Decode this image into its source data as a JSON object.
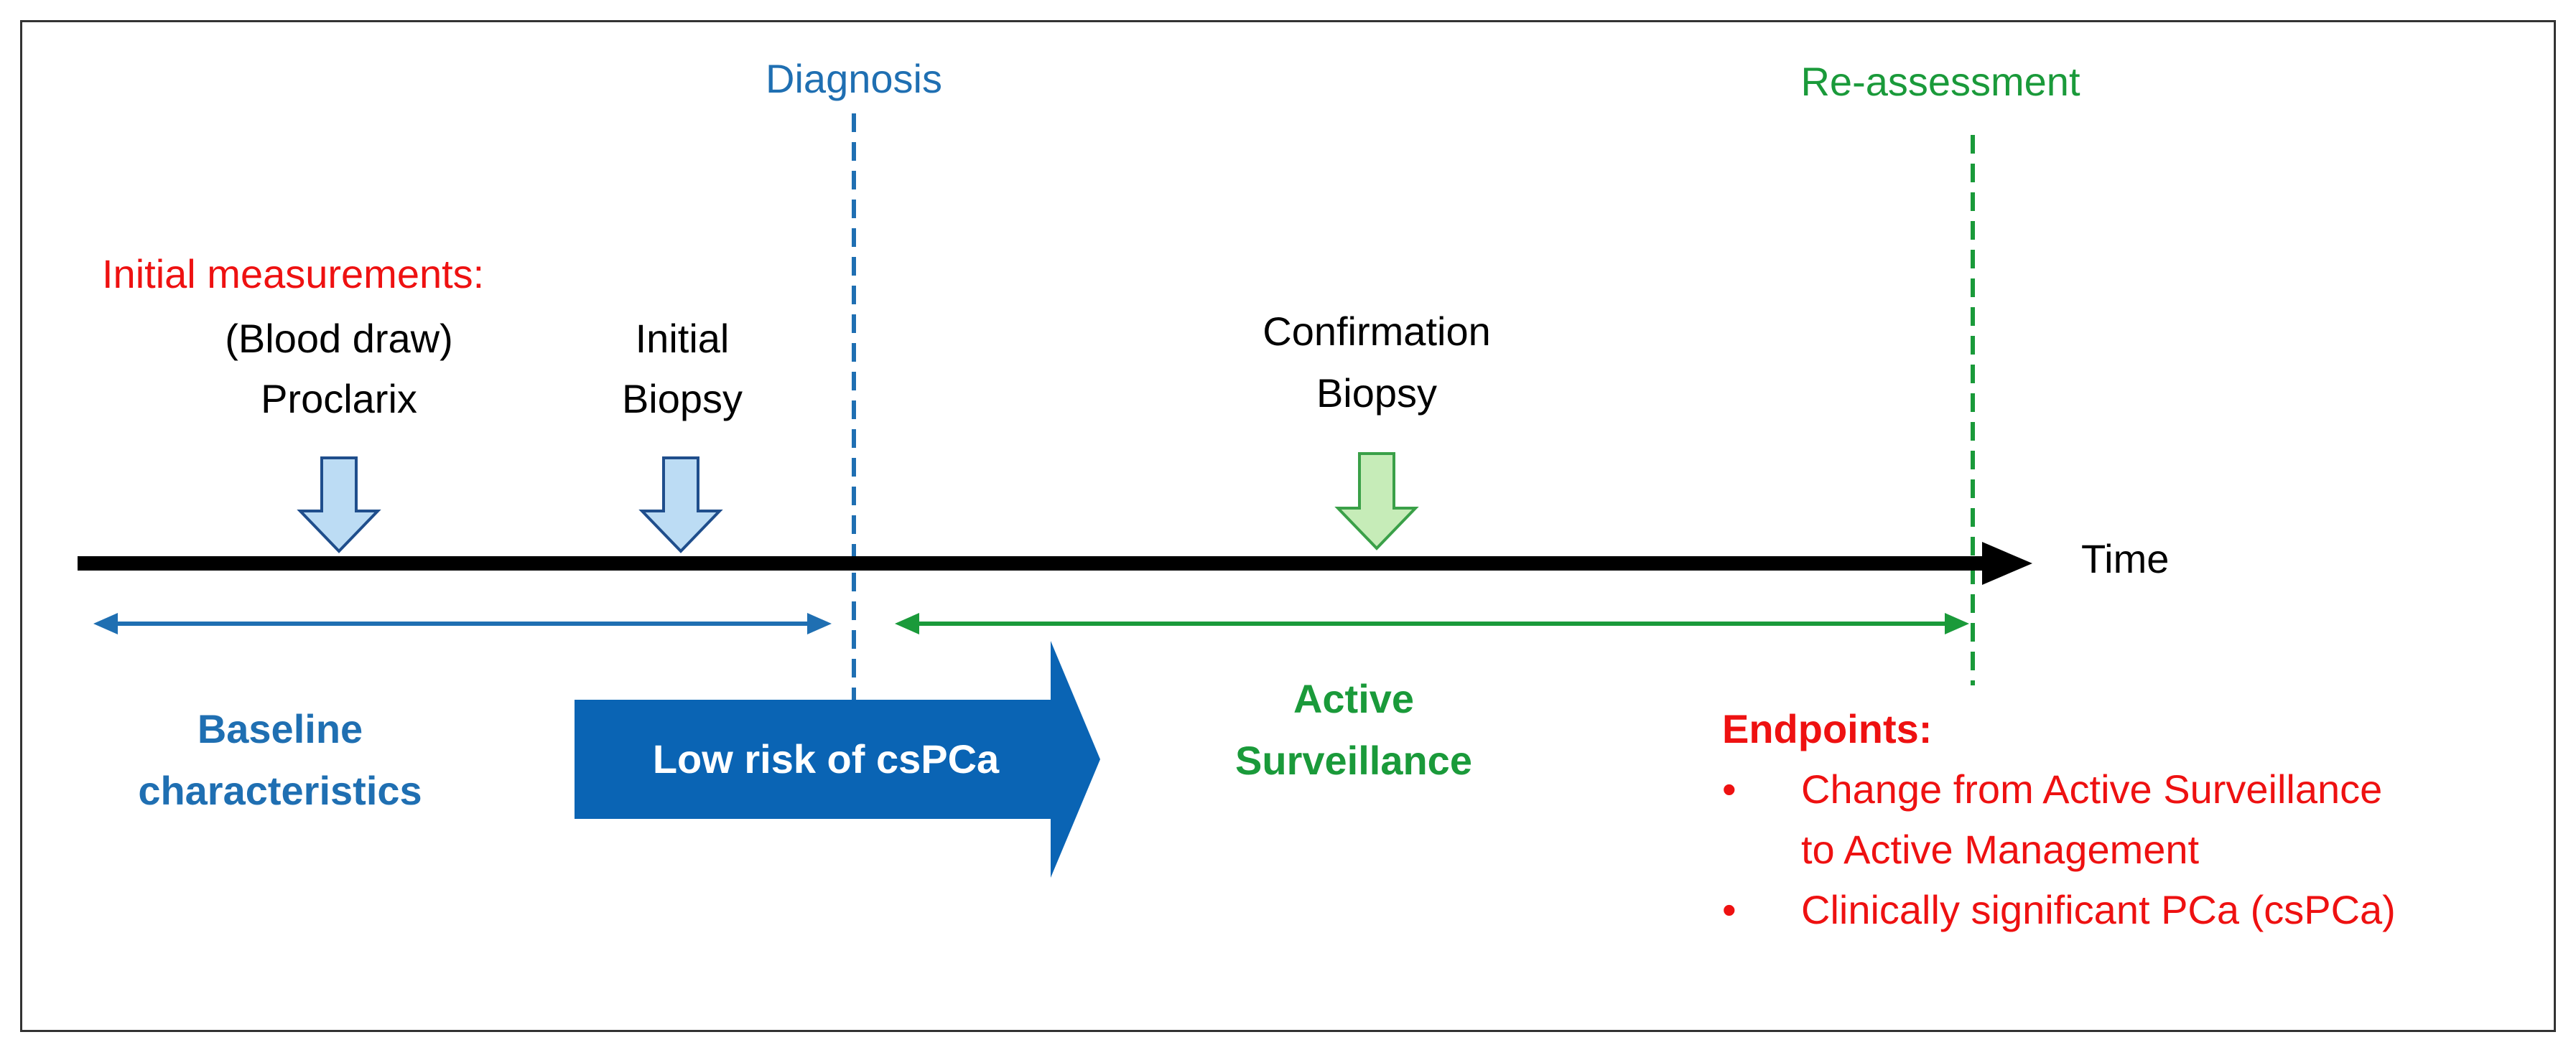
{
  "colors": {
    "blue": "#1f6fb2",
    "dark_blue": "#0a64b4",
    "green": "#1a9a3a",
    "red": "#ee1111",
    "black": "#000000",
    "light_blue_arrow": "#bcdcf4",
    "light_green_arrow": "#c6ecb8"
  },
  "milestones": {
    "diagnosis": "Diagnosis",
    "reassessment": "Re-assessment"
  },
  "initial_measurements": {
    "heading": "Initial measurements:",
    "blood_draw": "(Blood draw)",
    "proclarix": "Proclarix"
  },
  "initial_biopsy": {
    "line1": "Initial",
    "line2": "Biopsy"
  },
  "confirmation_biopsy": {
    "line1": "Confirmation",
    "line2": "Biopsy"
  },
  "axis": {
    "label": "Time"
  },
  "phases": {
    "baseline_line1": "Baseline",
    "baseline_line2": "characteristics",
    "low_risk": "Low risk of csPCa",
    "active_line1": "Active",
    "active_line2": "Surveillance"
  },
  "endpoints": {
    "heading": "Endpoints:",
    "items": [
      {
        "line1": "Change from Active Surveillance",
        "line2": "to Active Management"
      },
      {
        "line1": "Clinically significant PCa (csPCa)",
        "line2": ""
      }
    ]
  }
}
